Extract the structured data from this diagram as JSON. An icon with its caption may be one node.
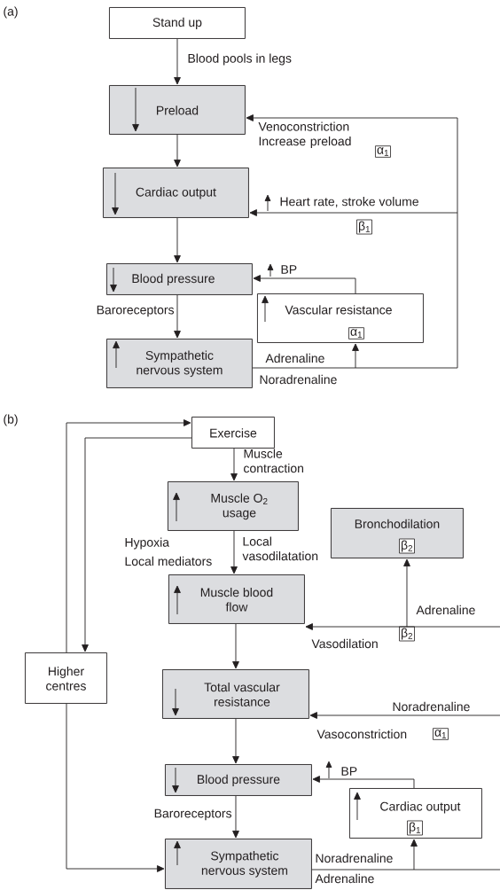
{
  "diagram": {
    "nodes": [
      {
        "text": [
          "Stand up"
        ]
      },
      {
        "text": [
          "Preload"
        ]
      },
      {
        "text": [
          "α$_{1}$"
        ]
      },
      {
        "text": [
          "Cardiac output"
        ]
      },
      {
        "text": [
          "β$_{1}$"
        ]
      },
      {
        "text": [
          "Blood pressure"
        ]
      },
      {
        "text": [
          "Vascular resistance"
        ]
      },
      {
        "text": [
          "α$_{1}$"
        ],
        "in": 6
      },
      {
        "text": [
          "Sympathetic nervous system"
        ]
      },
      {
        "text": [
          "Exercise"
        ]
      },
      {
        "text": [
          "Muscle O$_{2}$ usage"
        ]
      },
      {
        "text": [
          "Bronchodilation"
        ]
      },
      {
        "text": [
          "β$_{2}$"
        ],
        "in": 11
      },
      {
        "text": [
          "Muscle blood flow"
        ]
      },
      {
        "text": [
          "β$_{2}$"
        ]
      },
      {
        "text": [
          "Higher centres"
        ]
      },
      {
        "text": [
          "Total vascular resistance"
        ]
      },
      {
        "text": [
          "α$_{1}$"
        ]
      },
      {
        "text": [
          "Blood pressure"
        ]
      },
      {
        "text": [
          "Cardiac output"
        ]
      },
      {
        "text": [
          "β$_{1}$"
        ],
        "in": 19
      },
      {
        "text": [
          "Sympathetic nervous system"
        ]
      }
    ],
    "edges": [
      {
        "from": 0,
        "to": 1,
        "arrow": "to",
        "label": "Blood pools in legs"
      },
      {
        "from": 1,
        "to": 3,
        "arrow": "to"
      },
      {
        "from": 3,
        "to": 5,
        "arrow": "to"
      },
      {
        "from": 5,
        "to": 8,
        "arrow": "to",
        "label": "Baroreceptors"
      },
      {
        "from": 6,
        "to": 5,
        "arrow": "to",
        "label": "BP"
      },
      {
        "from": 8,
        "to": 6,
        "arrow": "to"
      },
      {
        "from": 8,
        "to": 3,
        "arrow": "to",
        "label": "Heart rate, stroke volume"
      },
      {
        "from": 8,
        "to": 1,
        "arrow": "to",
        "label": "Venoconstriction Increase preload"
      },
      {
        "from": 15,
        "to": 9,
        "arrow": "to"
      },
      {
        "from": 9,
        "to": 15,
        "arrow": "to"
      },
      {
        "from": 15,
        "to": 21,
        "arrow": "to"
      },
      {
        "from": 9,
        "to": 10,
        "arrow": "to",
        "label": "Muscle contraction"
      },
      {
        "from": 10,
        "to": 13,
        "arrow": "to",
        "label": "Local vasodilatation"
      },
      {
        "from": null,
        "to": 13,
        "arrow": "to",
        "label": "Vasodilation"
      },
      {
        "from": null,
        "to": 11,
        "arrow": "to"
      },
      {
        "from": 13,
        "to": 16,
        "arrow": "to"
      },
      {
        "from": null,
        "to": 16,
        "arrow": "to",
        "label": "Vasoconstriction"
      },
      {
        "from": 16,
        "to": 18,
        "arrow": "to"
      },
      {
        "from": 19,
        "to": 18,
        "arrow": "to",
        "label": "BP"
      },
      {
        "from": 18,
        "to": 21,
        "arrow": "to",
        "label": "Baroreceptors"
      },
      {
        "from": 21,
        "to": 19,
        "arrow": "to"
      },
      {
        "from": 21,
        "to": null,
        "arrow": "none"
      }
    ],
    "labels": [
      "(a)",
      "Adrenaline",
      "Noradrenaline",
      "(b)",
      "Hypoxia",
      "Local mediators",
      "Adrenaline",
      "Noradrenaline",
      "Noradrenaline",
      "Adrenaline"
    ]
  }
}
